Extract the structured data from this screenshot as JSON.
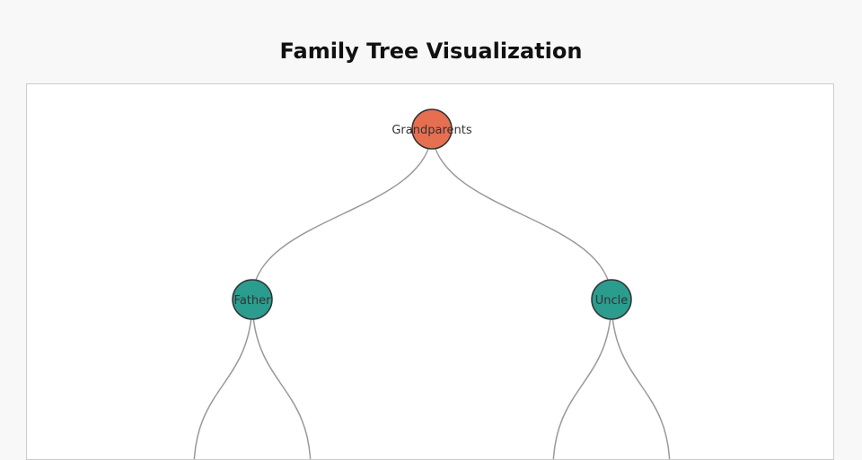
{
  "title": "Family Tree Visualization",
  "colors": {
    "root_node": "#e76f51",
    "child_node": "#2a9d8f",
    "node_stroke": "#333333",
    "link": "#999999",
    "background": "#f8f8f8",
    "panel": "#ffffff"
  },
  "tree": {
    "root": "Grandparents",
    "children": [
      {
        "label": "Father"
      },
      {
        "label": "Uncle"
      }
    ]
  }
}
